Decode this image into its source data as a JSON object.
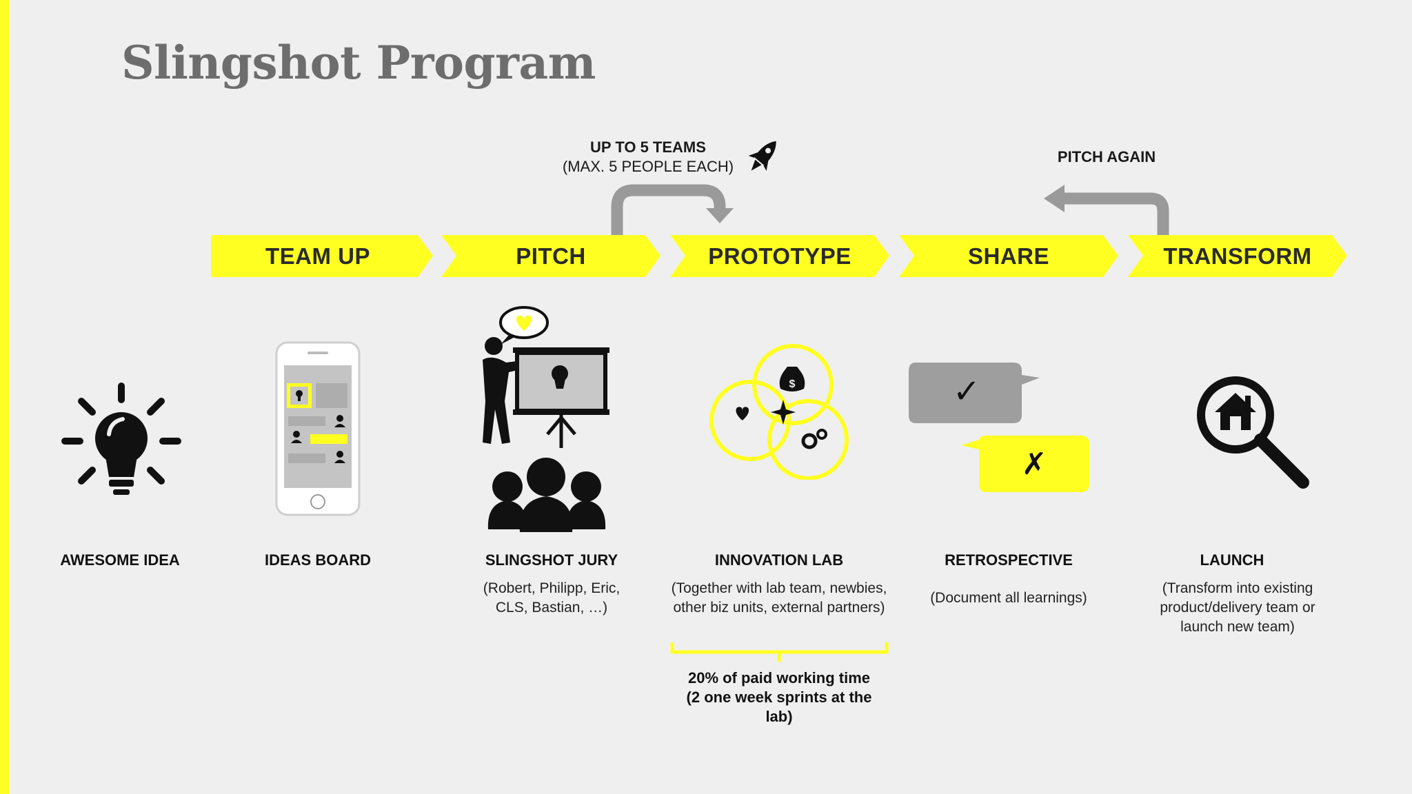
{
  "title": "Slingshot Program",
  "top_notes": {
    "teams_line1": "UP TO 5 TEAMS",
    "teams_line2": "(MAX. 5 PEOPLE EACH)",
    "pitch_again": "PITCH AGAIN"
  },
  "stages": [
    "TEAM UP",
    "PITCH",
    "PROTOTYPE",
    "SHARE",
    "TRANSFORM"
  ],
  "items": [
    {
      "title": "AWESOME IDEA",
      "icon": "lightbulb-icon"
    },
    {
      "title": "IDEAS BOARD",
      "icon": "smartphone-board-icon"
    },
    {
      "title": "SLINGSHOT JURY",
      "icon": "presenter-audience-icon",
      "desc_line1": "(Robert, Philipp, Eric,",
      "desc_line2": "CLS, Bastian, …)"
    },
    {
      "title": "INNOVATION LAB",
      "icon": "venn-circles-icon",
      "desc_line1": "(Together with lab team, newbies,",
      "desc_line2": "other biz units, external partners)"
    },
    {
      "title": "RETROSPECTIVE",
      "icon": "speech-bubbles-icon",
      "desc_line1": "(Document all learnings)",
      "check": "✓",
      "cross": "✗"
    },
    {
      "title": "LAUNCH",
      "icon": "magnifier-house-icon",
      "desc_line1": "(Transform into existing",
      "desc_line2": "product/delivery team or",
      "desc_line3": "launch new team)"
    }
  ],
  "lab_time": {
    "line1": "20% of paid working time",
    "line2": "(2 one week sprints at the",
    "line3": "lab)"
  },
  "colors": {
    "accent": "#ffff22",
    "gray_arrow": "#9a9a9a",
    "title": "#6d6d6d"
  }
}
